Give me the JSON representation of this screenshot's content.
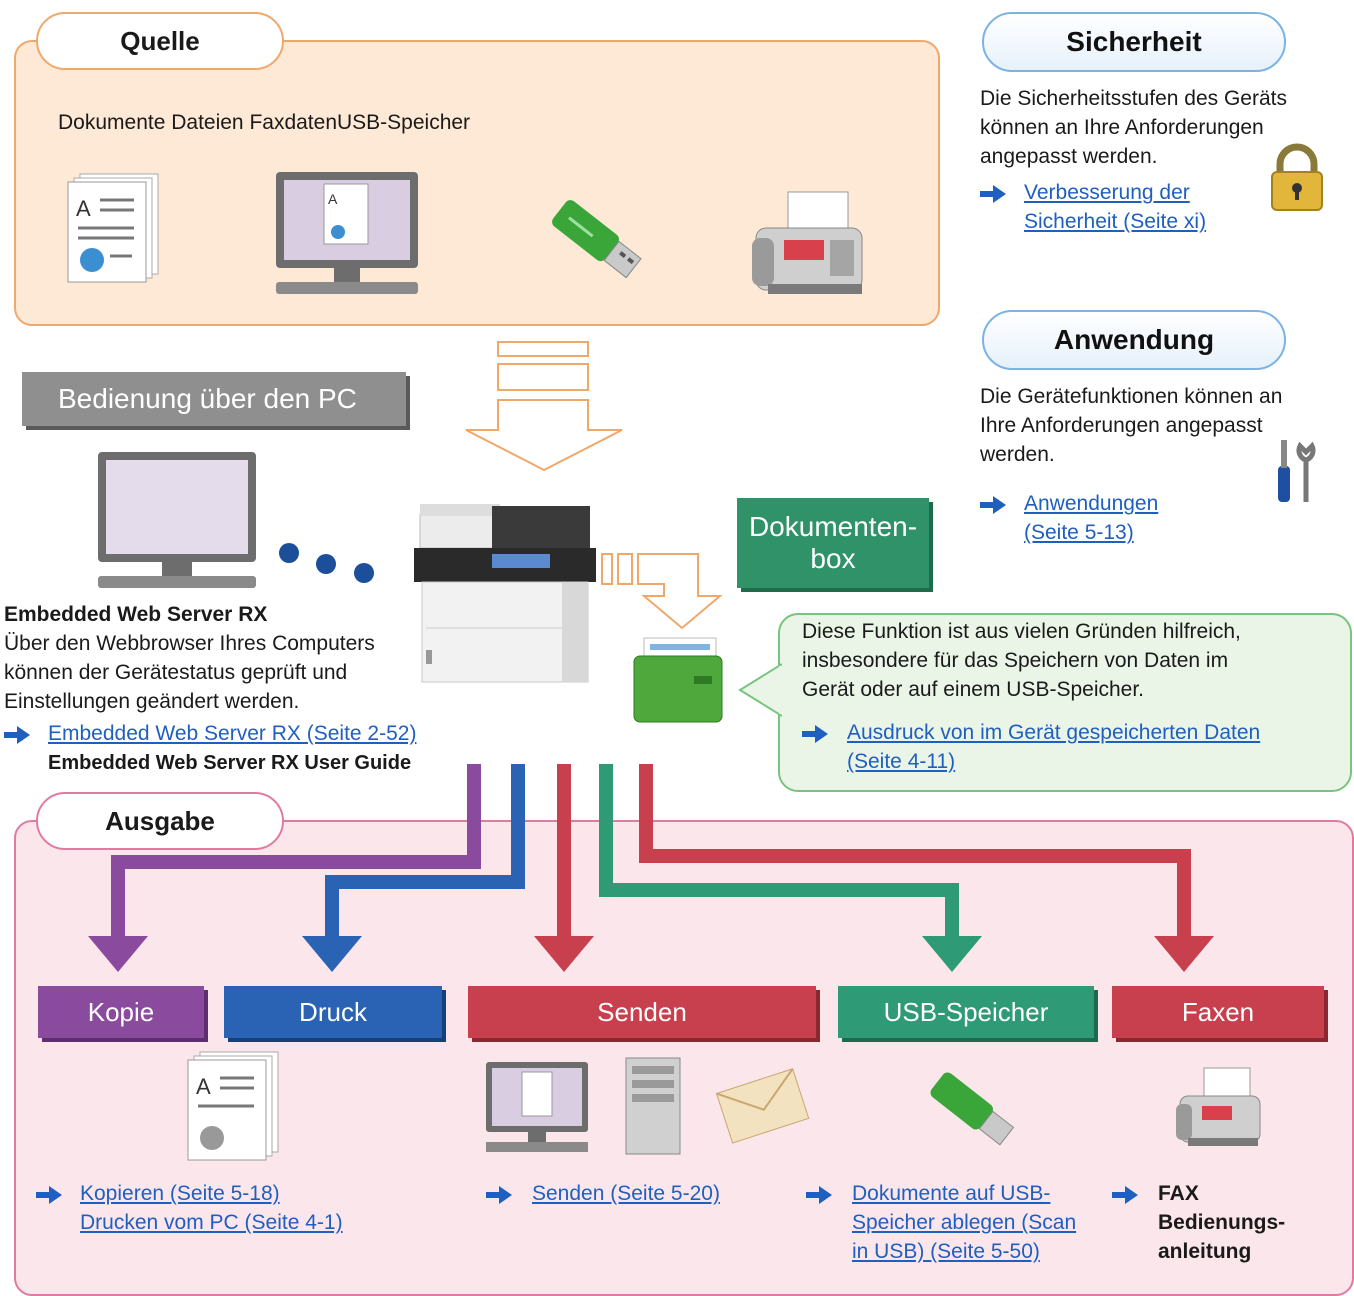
{
  "source": {
    "title": "Quelle",
    "items_label": "Dokumente Dateien FaxdatenUSB-Speicher"
  },
  "security": {
    "title": "Sicherheit",
    "description": [
      "Die Sicherheitsstufen des Geräts",
      "können an Ihre Anforderungen",
      "angepasst werden."
    ],
    "link": [
      "Verbesserung der",
      "Sicherheit (Seite xi)"
    ]
  },
  "application": {
    "title": "Anwendung",
    "description": [
      "Die Gerätefunktionen können an",
      "Ihre Anforderungen angepasst",
      "werden."
    ],
    "link": [
      "Anwendungen",
      "(Seite 5-13)"
    ]
  },
  "pc_operation": {
    "title": "Bedienung über den PC",
    "heading": "Embedded Web Server RX",
    "description": [
      "Über den Webbrowser Ihres Computers",
      "können der Gerätestatus geprüft und",
      "Einstellungen geändert werden."
    ],
    "link": "Embedded Web Server RX (Seite 2-52)",
    "guide": "Embedded Web Server RX User Guide"
  },
  "document_box": {
    "title_lines": [
      "Dokumenten-",
      "box"
    ],
    "description": [
      "Diese Funktion ist aus vielen Gründen hilfreich,",
      "insbesondere für das Speichern von Daten im",
      "Gerät oder auf einem USB-Speicher."
    ],
    "link": [
      "Ausdruck von im Gerät gespeicherten Daten",
      "(Seite 4-11)"
    ]
  },
  "output": {
    "title": "Ausgabe",
    "categories": [
      {
        "label": "Kopie",
        "color": "#8a4a9e"
      },
      {
        "label": "Druck",
        "color": "#2a63b4"
      },
      {
        "label": "Senden",
        "color": "#c8404e"
      },
      {
        "label": "USB-Speicher",
        "color": "#2f9a76"
      },
      {
        "label": "Faxen",
        "color": "#c8404e"
      }
    ],
    "links": {
      "copy_print": [
        "Kopieren (Seite 5-18)",
        "Drucken vom PC (Seite 4-1)"
      ],
      "send": "Senden (Seite 5-20)",
      "usb": [
        "Dokumente auf USB-",
        "Speicher ablegen (Scan",
        "in USB) (Seite 5-50)"
      ],
      "fax": [
        "FAX",
        "Bedienungs-",
        "anleitung"
      ]
    }
  },
  "colors": {
    "source_border": "#f0a86a",
    "source_fill": "#fde9d6",
    "output_border": "#e07aa0",
    "output_fill": "#fbe6ec",
    "link": "#1f5fbf",
    "arrow_marker": "#1f5fbf"
  },
  "icons": [
    "document-stack-icon",
    "monitor-icon",
    "usb-stick-icon",
    "fax-machine-icon",
    "padlock-icon",
    "tools-icon",
    "mfp-printer-icon",
    "document-box-icon",
    "server-tower-icon",
    "envelope-icon"
  ]
}
